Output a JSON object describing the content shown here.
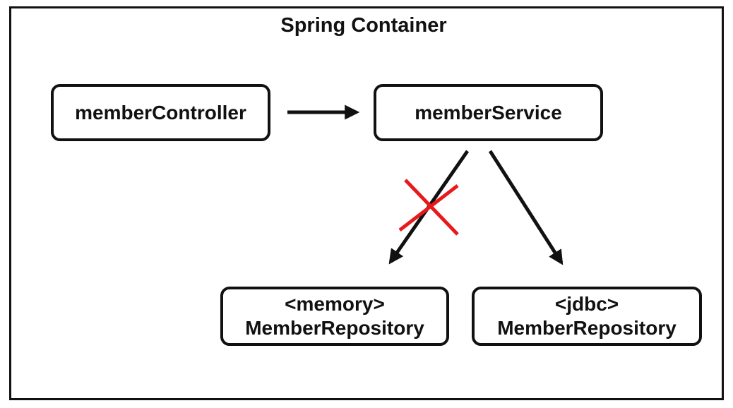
{
  "title": "Spring Container",
  "nodes": {
    "controller": {
      "label": "memberController"
    },
    "service": {
      "label": "memberService"
    },
    "memory": {
      "line1": "<memory>",
      "line2": "MemberRepository"
    },
    "jdbc": {
      "line1": "<jdbc>",
      "line2": "MemberRepository"
    }
  },
  "edges": [
    {
      "from": "memberController",
      "to": "memberService",
      "status": "active"
    },
    {
      "from": "memberService",
      "to": "<memory> MemberRepository",
      "status": "removed"
    },
    {
      "from": "memberService",
      "to": "<jdbc> MemberRepository",
      "status": "active"
    }
  ],
  "colors": {
    "line": "#111111",
    "cross": "#e8191a"
  }
}
